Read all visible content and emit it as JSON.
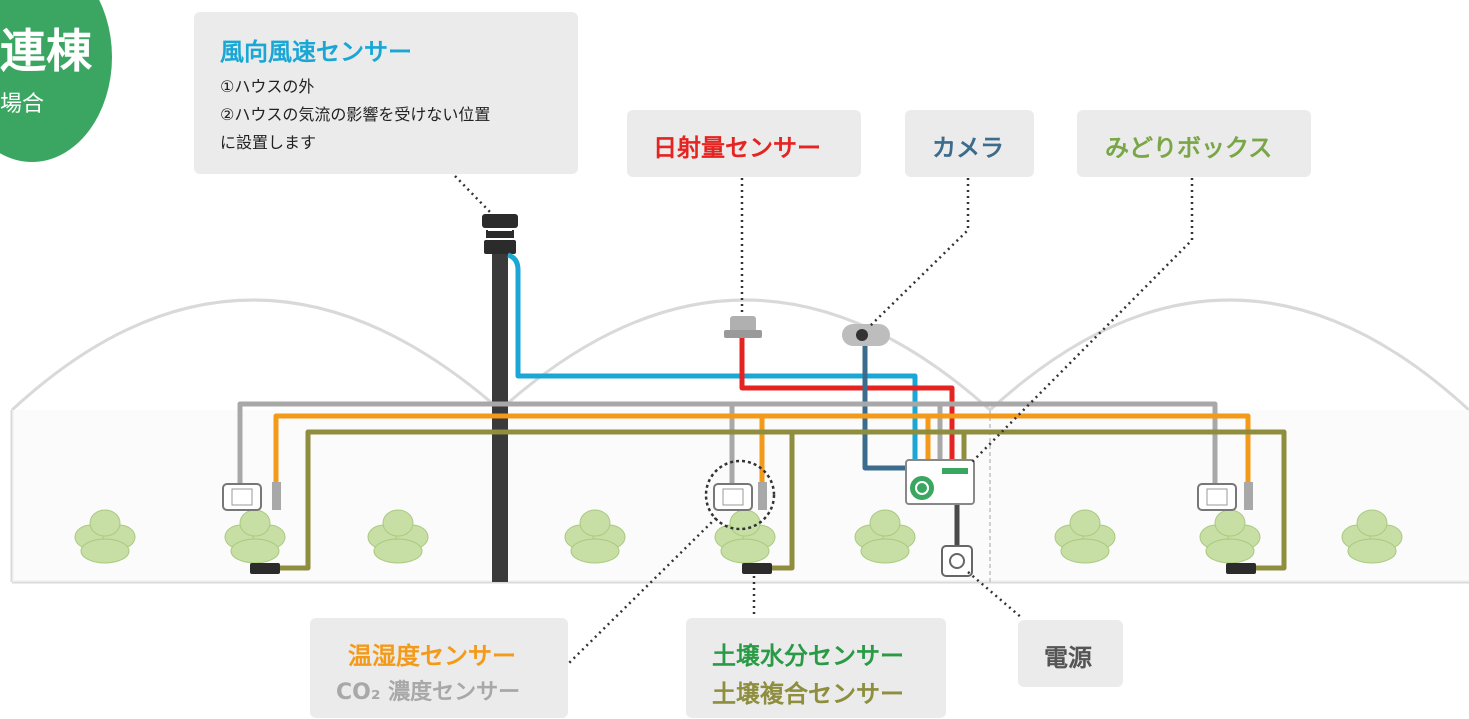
{
  "badge": {
    "line1": "連棟",
    "line2": "場合"
  },
  "callouts": {
    "wind": {
      "title": "風向風速センサー",
      "line1": "①ハウスの外",
      "line2": "②ハウスの気流の影響を受けない位置",
      "line3": "に設置します"
    },
    "solar": {
      "title": "日射量センサー"
    },
    "camera": {
      "title": "カメラ"
    },
    "midori": {
      "title": "みどりボックス"
    },
    "temp": {
      "title": "温湿度センサー",
      "subtitle": "CO₂ 濃度センサー"
    },
    "soil": {
      "title": "土壌水分センサー",
      "subtitle": "土壌複合センサー"
    },
    "power": {
      "title": "電源"
    }
  },
  "colors": {
    "badge": "#3aa661",
    "wind": "#1aa7d6",
    "solar": "#e52421",
    "camera": "#3b6c8e",
    "midori": "#79a646",
    "temp": "#f49a1a",
    "co2": "#a8a8a8",
    "soil_moisture": "#2a9a46",
    "soil_complex": "#8e8e3e",
    "power": "#4a4a4a",
    "callout_bg": "#ebebeb"
  }
}
